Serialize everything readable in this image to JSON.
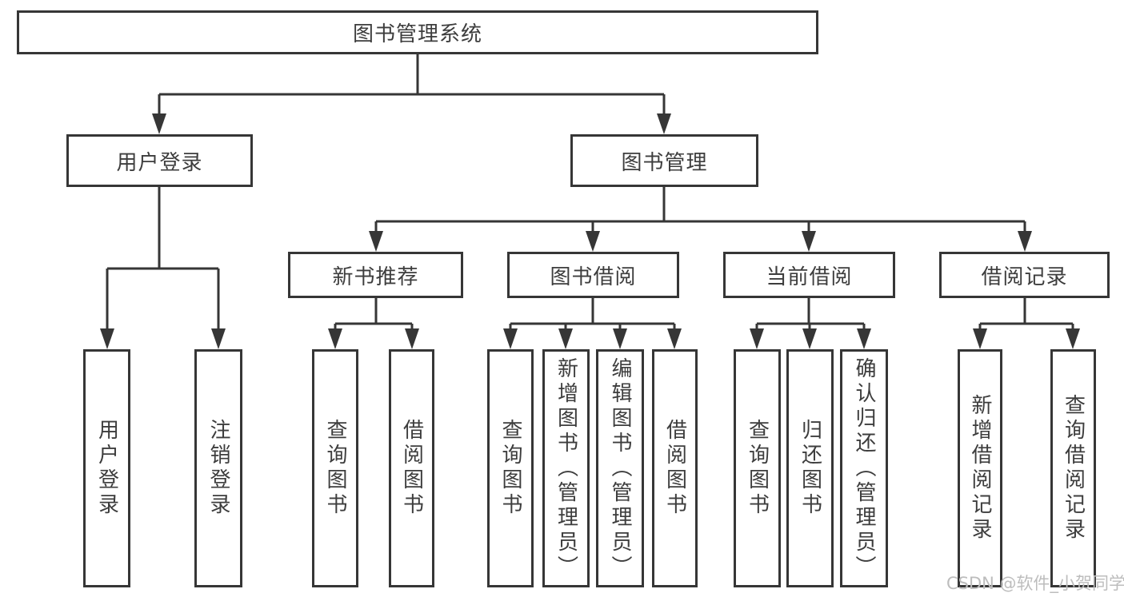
{
  "tree": {
    "label": "图书管理系统",
    "children": [
      {
        "label": "用户登录",
        "children": [
          {
            "label": "用户登录"
          },
          {
            "label": "注销登录"
          }
        ]
      },
      {
        "label": "图书管理",
        "children": [
          {
            "label": "新书推荐",
            "children": [
              {
                "label": "查询图书"
              },
              {
                "label": "借阅图书"
              }
            ]
          },
          {
            "label": "图书借阅",
            "children": [
              {
                "label": "查询图书"
              },
              {
                "label": "新增图书（管理员）"
              },
              {
                "label": "编辑图书（管理员）"
              },
              {
                "label": "借阅图书"
              }
            ]
          },
          {
            "label": "当前借阅",
            "children": [
              {
                "label": "查询图书"
              },
              {
                "label": "归还图书"
              },
              {
                "label": "确认归还（管理员）"
              }
            ]
          },
          {
            "label": "借阅记录",
            "children": [
              {
                "label": "新增借阅记录"
              },
              {
                "label": "查询借阅记录"
              }
            ]
          }
        ]
      }
    ]
  },
  "watermark": {
    "text": "CSDN @软件_小贺同学"
  },
  "colors": {
    "line": "#363636",
    "box_border": "#363636",
    "box_background": "#ffffff",
    "text": "#3d3d3d",
    "watermark": "#bdbdbd",
    "page_background": "#ffffff"
  }
}
